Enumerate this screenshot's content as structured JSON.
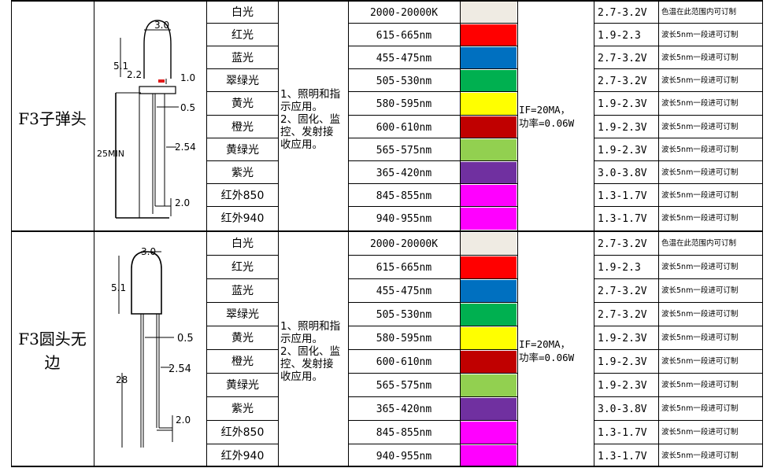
{
  "sections": [
    {
      "name": "F3子弹头",
      "application": [
        "1、照明和指",
        "示应用。",
        "2、固化、监",
        "控、发射接",
        "收应用。"
      ],
      "params": [
        "IF=20MA，",
        "功率=0.06W"
      ],
      "drawing_labels": {
        "top": "3.0",
        "height": "5.1",
        "chip": "2.2",
        "tip": "1.0",
        "lead_w": "0.5",
        "pitch": "2.54",
        "length": "25MIN",
        "bend": "2.0"
      },
      "rows": [
        {
          "color": "白光",
          "wave": "2000-20000K",
          "swatch": "#efebe3",
          "volt": "2.7-3.2V",
          "note": "色温在此范围内可订制"
        },
        {
          "color": "红光",
          "wave": "615-665nm",
          "swatch": "#ff0000",
          "volt": "1.9-2.3",
          "note": "波长5nm一段进可订制"
        },
        {
          "color": "蓝光",
          "wave": "455-475nm",
          "swatch": "#0070c0",
          "volt": "2.7-3.2V",
          "note": "波长5nm一段进可订制"
        },
        {
          "color": "翠绿光",
          "wave": "505-530nm",
          "swatch": "#00b050",
          "volt": "2.7-3.2V",
          "note": "波长5nm一段进可订制"
        },
        {
          "color": "黄光",
          "wave": "580-595nm",
          "swatch": "#ffff00",
          "volt": "1.9-2.3V",
          "note": "波长5nm一段进可订制"
        },
        {
          "color": "橙光",
          "wave": "600-610nm",
          "swatch": "#c00000",
          "volt": "1.9-2.3V",
          "note": "波长5nm一段进可订制"
        },
        {
          "color": "黄绿光",
          "wave": "565-575nm",
          "swatch": "#92d050",
          "volt": "1.9-2.3V",
          "note": "波长5nm一段进可订制"
        },
        {
          "color": "紫光",
          "wave": "365-420nm",
          "swatch": "#7030a0",
          "volt": "3.0-3.8V",
          "note": "波长5nm一段进可订制"
        },
        {
          "color": "红外850",
          "wave": "845-855nm",
          "swatch": "#ff00ff",
          "volt": "1.3-1.7V",
          "note": "波长5nm一段进可订制"
        },
        {
          "color": "红外940",
          "wave": "940-955nm",
          "swatch": "#ff00ff",
          "volt": "1.3-1.7V",
          "note": "波长5nm一段进可订制"
        }
      ]
    },
    {
      "name_lines": [
        "F3圆头无",
        "边"
      ],
      "application": [
        "1、照明和指",
        "示应用。",
        "2、固化、监",
        "控、发射接",
        "收应用。"
      ],
      "params": [
        "IF=20MA，",
        "功率=0.06W"
      ],
      "drawing_labels": {
        "top": "3.0",
        "height": "5.1",
        "lead_w": "0.5",
        "pitch": "2.54",
        "length": "28",
        "bend": "2.0"
      },
      "rows": [
        {
          "color": "白光",
          "wave": "2000-20000K",
          "swatch": "#efebe3",
          "volt": "2.7-3.2V",
          "note": "色温在此范围内可订制"
        },
        {
          "color": "红光",
          "wave": "615-665nm",
          "swatch": "#ff0000",
          "volt": "1.9-2.3",
          "note": "波长5nm一段进可订制"
        },
        {
          "color": "蓝光",
          "wave": "455-475nm",
          "swatch": "#0070c0",
          "volt": "2.7-3.2V",
          "note": "波长5nm一段进可订制"
        },
        {
          "color": "翠绿光",
          "wave": "505-530nm",
          "swatch": "#00b050",
          "volt": "2.7-3.2V",
          "note": "波长5nm一段进可订制"
        },
        {
          "color": "黄光",
          "wave": "580-595nm",
          "swatch": "#ffff00",
          "volt": "1.9-2.3V",
          "note": "波长5nm一段进可订制"
        },
        {
          "color": "橙光",
          "wave": "600-610nm",
          "swatch": "#c00000",
          "volt": "1.9-2.3V",
          "note": "波长5nm一段进可订制"
        },
        {
          "color": "黄绿光",
          "wave": "565-575nm",
          "swatch": "#92d050",
          "volt": "1.9-2.3V",
          "note": "波长5nm一段进可订制"
        },
        {
          "color": "紫光",
          "wave": "365-420nm",
          "swatch": "#7030a0",
          "volt": "3.0-3.8V",
          "note": "波长5nm一段进可订制"
        },
        {
          "color": "红外850",
          "wave": "845-855nm",
          "swatch": "#ff00ff",
          "volt": "1.3-1.7V",
          "note": "波长5nm一段进可订制"
        },
        {
          "color": "红外940",
          "wave": "940-955nm",
          "swatch": "#ff00ff",
          "volt": "1.3-1.7V",
          "note": "波长5nm一段进可订制"
        }
      ]
    }
  ]
}
